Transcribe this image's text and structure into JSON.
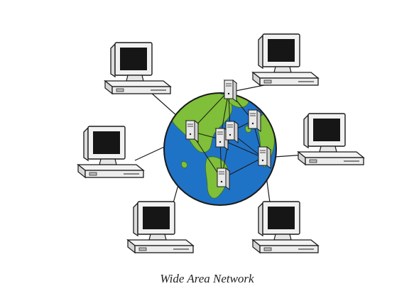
{
  "caption": "Wide Area Network",
  "colors": {
    "ocean": "#1f73c7",
    "land": "#7fbf3a",
    "outline": "#1a1a1a",
    "device_fill": "#f1f1f1",
    "screen": "#161616",
    "link": "#1a1a1a"
  },
  "nodes": {
    "computers": [
      "computer-top-left",
      "computer-top-right",
      "computer-mid-left",
      "computer-mid-right",
      "computer-bottom-left",
      "computer-bottom-right"
    ],
    "servers": [
      "server-top",
      "server-left",
      "server-center-a",
      "server-center-b",
      "server-right-upper",
      "server-right-lower",
      "server-bottom"
    ]
  }
}
